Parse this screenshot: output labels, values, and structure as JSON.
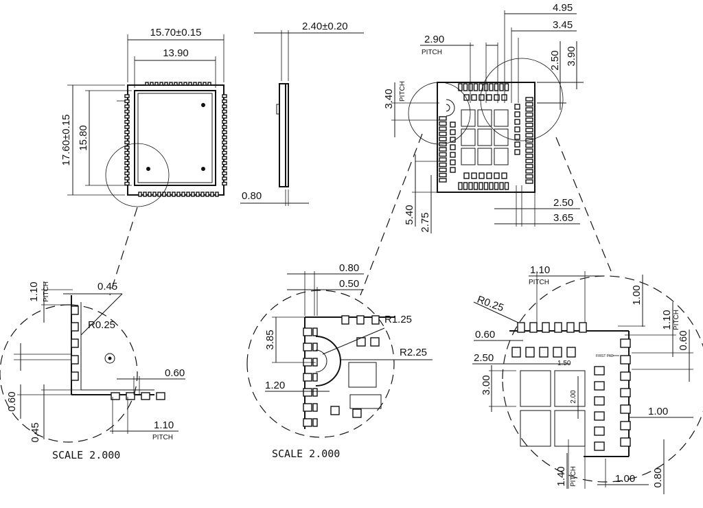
{
  "top_view": {
    "width_overall": "15.70±0.15",
    "width_inner": "13.90",
    "height_overall": "17.60±0.15",
    "height_inner": "15.80"
  },
  "side_view": {
    "thickness": "2.40±0.20",
    "board": "0.80"
  },
  "footprint": {
    "d_495": "4.95",
    "d_345": "3.45",
    "pitch_290": "2.90",
    "pitch_word": "PITCH",
    "d_250_top": "2.50",
    "d_390": "3.90",
    "d_340": "3.40",
    "d_540": "5.40",
    "d_275": "2.75",
    "d_250_bottom": "2.50",
    "d_365": "3.65"
  },
  "detail_left": {
    "pitch_110_top": "1.10",
    "pitch_word": "PITCH",
    "d_045_top": "0.45",
    "radius": "R0.25",
    "d_060_right": "0.60",
    "d_060_left": "0.60",
    "d_045_left": "0.45",
    "pitch_110_bottom": "1.10",
    "scale": "SCALE   2.000"
  },
  "detail_middle": {
    "d_080": "0.80",
    "d_050": "0.50",
    "r_125": "R1.25",
    "d_385": "3.85",
    "r_225": "R2.25",
    "d_120": "1.20",
    "scale": "SCALE   2.000"
  },
  "detail_right": {
    "pitch_110_top": "1.10",
    "pitch_word": "PITCH",
    "radius": "R0.25",
    "d_100_top": "1.00",
    "pitch_110_right": "1.10",
    "d_060_top": "0.60",
    "d_060_right": "0.60",
    "d_250": "2.50",
    "d_150": "1.50",
    "first_pad": "FIRST PAD",
    "d_300": "3.00",
    "d_200": "2.00",
    "d_100_right": "1.00",
    "pitch_140": "1.40",
    "d_100_bottom": "1.00",
    "d_080": "0.80"
  }
}
